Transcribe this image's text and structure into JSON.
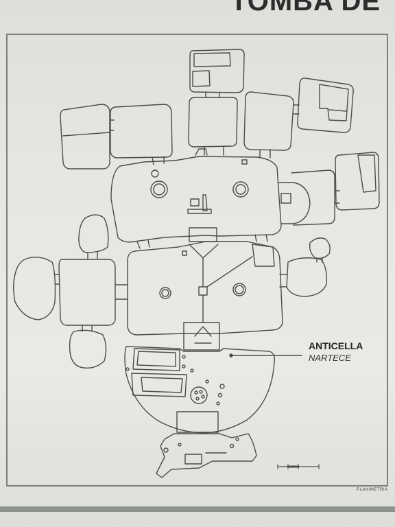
{
  "sign": {
    "title": "TOMBA DE",
    "label_main": "ANTICELLA",
    "label_sub": "NARTECE",
    "caption": "PLANIMETRIA"
  },
  "colors": {
    "line": "#4a4c4a",
    "paper": "#e6e7e3",
    "frame": "#7b7f7a"
  }
}
